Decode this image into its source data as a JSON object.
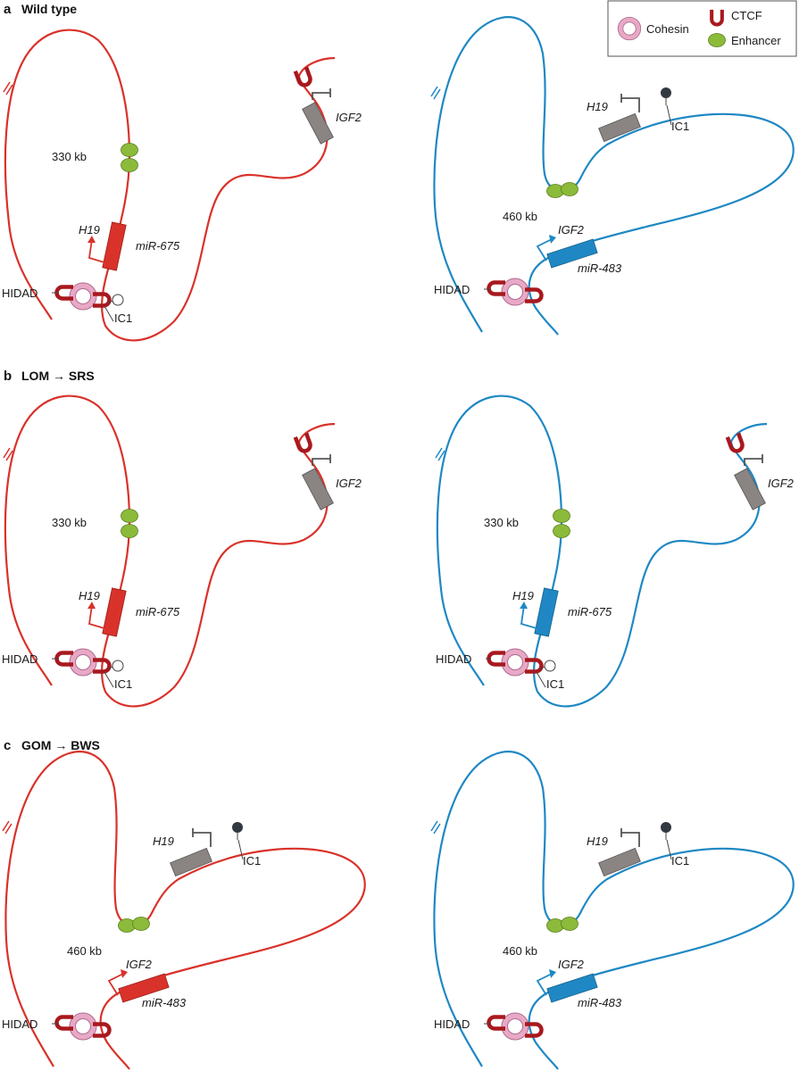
{
  "colors": {
    "paternal": "#d9322a",
    "maternal": "#1f88c4",
    "cohesin": "#e7a9c6",
    "ctcf": "#a8191e",
    "enhancer": "#8cba3a",
    "silenced_gene": "#8a8482",
    "open_ic1": "#ffffff",
    "methylated_ic1": "#333940"
  },
  "icons": {
    "cohesin": "pink-ring-icon",
    "ctcf": "horseshoe-icon",
    "enhancer": "green-oval-icon",
    "active_promoter": "bent-arrow-icon",
    "inactive_promoter": "t-bar-icon",
    "ic1_unmethylated": "open-lollipop-icon",
    "ic1_methylated": "filled-lollipop-icon"
  },
  "legend": {
    "cohesin": "Cohesin",
    "ctcf": "CTCF",
    "enhancer": "Enhancer"
  },
  "panels": {
    "a": {
      "letter": "a",
      "title": "Wild type"
    },
    "b": {
      "letter": "b",
      "title": "LOM → SRS"
    },
    "c": {
      "letter": "c",
      "title": "GOM → BWS"
    }
  },
  "labels": {
    "hidad": "HIDAD",
    "ic1": "IC1",
    "h19": "H19",
    "igf2": "IGF2",
    "mir675": "miR-675",
    "mir483": "miR-483",
    "kb330": "330 kb",
    "kb460": "460 kb"
  }
}
